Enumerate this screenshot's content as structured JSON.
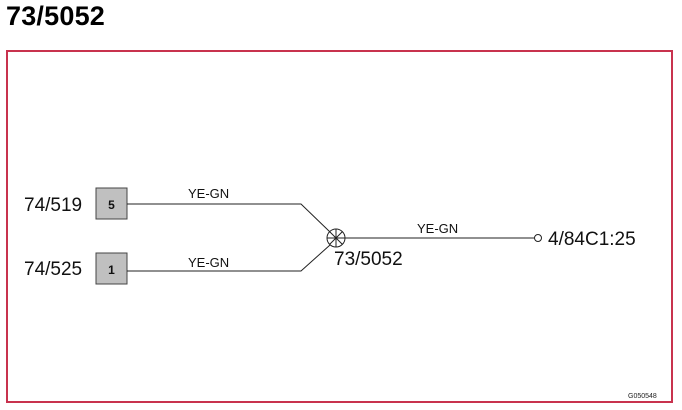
{
  "title": "73/5052",
  "connectors": [
    {
      "id": "74/519",
      "pin": "5"
    },
    {
      "id": "74/525",
      "pin": "1"
    }
  ],
  "wires": {
    "upper_color": "YE-GN",
    "lower_color": "YE-GN",
    "out_color": "YE-GN"
  },
  "splice": {
    "label": "73/5052"
  },
  "destination": {
    "label": "4/84C1:25"
  },
  "figure_ref": "G050548",
  "colors": {
    "frame": "#c8324e",
    "pin_box": "#c0c0c0"
  }
}
